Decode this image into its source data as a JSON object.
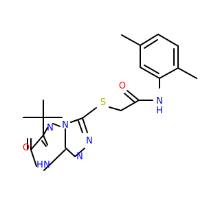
{
  "colors": {
    "background": "#ffffff",
    "bond": "#000000",
    "nitrogen": "#0000ff",
    "oxygen": "#ff0000",
    "sulfur": "#b2b200"
  },
  "atoms": {
    "amide_o": "O",
    "amide_nh_n": "N",
    "amide_nh_h": "H",
    "thioether_s": "S",
    "triazine_n1": "N",
    "triazine_n2": "N",
    "triazole_n1": "N",
    "triazole_n2": "N",
    "ring_nh_h": "H",
    "ring_nh_n": "N",
    "ketone_o": "O"
  }
}
